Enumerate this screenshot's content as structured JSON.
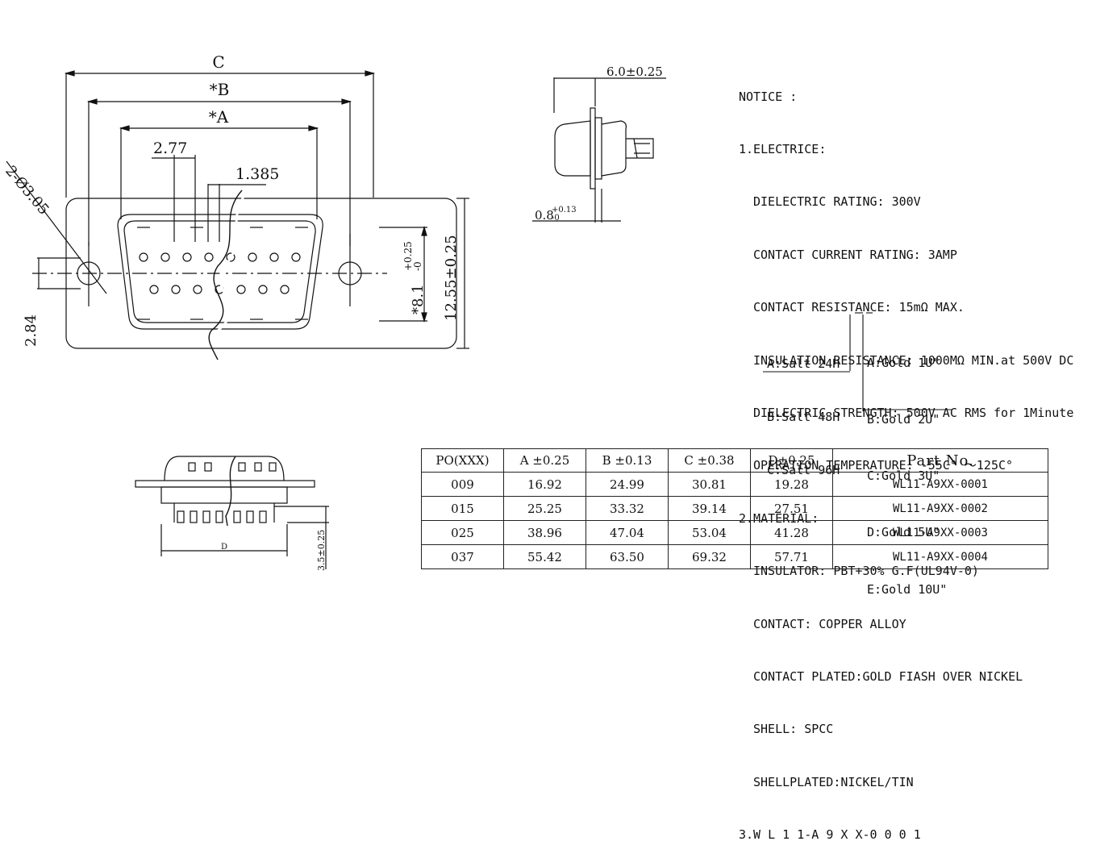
{
  "front_view": {
    "dim_C": "C",
    "dim_B": "*B",
    "dim_A": "*A",
    "dim_277": "2.77",
    "dim_1385": "1.385",
    "dim_hole": "2-Ø3.05",
    "dim_284": "2.84",
    "dim_81": "*8.1",
    "dim_81_tol_plus": "+0.25",
    "dim_81_tol_minus": "-0",
    "dim_1255": "12.55±0.25"
  },
  "side_view": {
    "dim_60": "6.0±0.25",
    "dim_08": "0.8",
    "dim_08_tol_plus": "+0.13",
    "dim_08_tol_minus": "-0"
  },
  "bottom_view": {
    "dim_D": "D",
    "dim_35": "3.5±0.25"
  },
  "notice": {
    "title": "NOTICE :",
    "s1_title": "1.ELECTRICE:",
    "s1_items": [
      "DIELECTRIC RATING: 300V",
      "CONTACT CURRENT RATING: 3AMP",
      "CONTACT RESISTANCE: 15mΩ MAX.",
      "INSULATION RESISTANCE: 1000MΩ MIN.at 500V DC",
      "DIELECTRIC STRENGTH: 500V AC RMS for 1Minute",
      "OPERATION TEMPERATURE: -55C° ～125C°"
    ],
    "s2_title": "2.MATERIAL:",
    "s2_items": [
      "INSULATOR: PBT+30% G.F(UL94V-0)",
      "CONTACT: COPPER ALLOY",
      "CONTACT PLATED:GOLD FIASH OVER NICKEL",
      "SHELL: SPCC",
      "SHELLPLATED:NICKEL/TIN"
    ],
    "s3_title": "3.W L 1 1-A 9 X X-0 0 0 1",
    "salt_options": [
      "A:Salt 24H",
      "B:Salt 48H",
      "C:Salt 96H"
    ],
    "gold_options": [
      "A:Gold 1U\"",
      "B:Gold 2U\"",
      "C:Gold 3U\"",
      "D:Gold 5U\"",
      "E:Gold 10U\""
    ]
  },
  "table": {
    "headers": [
      "PO(XXX)",
      "A ±0.25",
      "B ±0.13",
      "C ±0.38",
      "D±0.25",
      "Part   No."
    ],
    "rows": [
      [
        "009",
        "16.92",
        "24.99",
        "30.81",
        "19.28",
        "WL11-A9XX-0001"
      ],
      [
        "015",
        "25.25",
        "33.32",
        "39.14",
        "27.51",
        "WL11-A9XX-0002"
      ],
      [
        "025",
        "38.96",
        "47.04",
        "53.04",
        "41.28",
        "WL11-A9XX-0003"
      ],
      [
        "037",
        "55.42",
        "63.50",
        "69.32",
        "57.71",
        "WL11-A9XX-0004"
      ]
    ]
  }
}
